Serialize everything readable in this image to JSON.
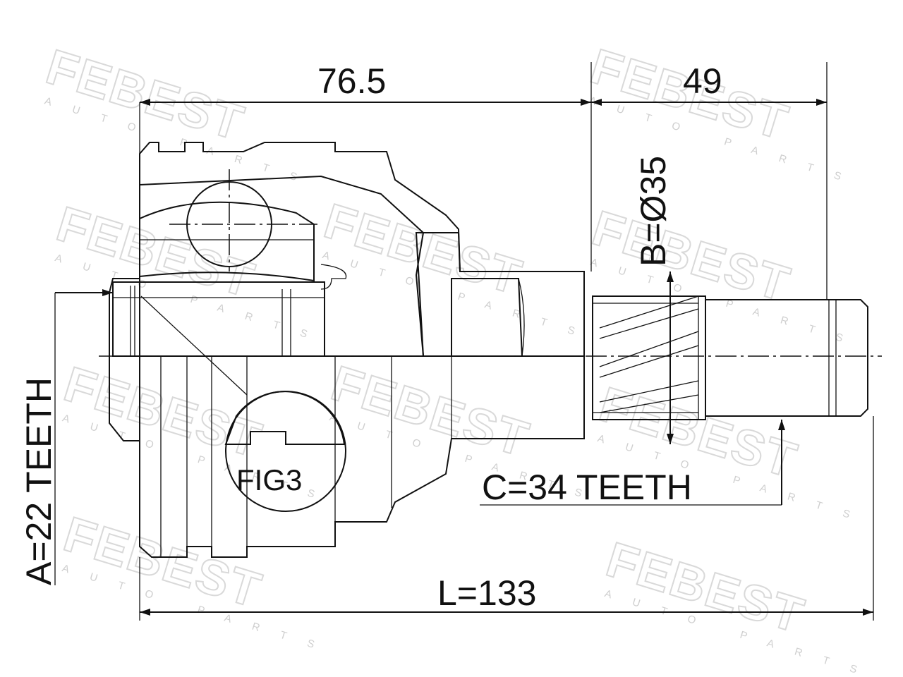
{
  "watermark": {
    "brand": "FEBEST",
    "sub": "AUTO PARTS"
  },
  "dimensions": {
    "outer_length": "76.5",
    "shaft_length": "49",
    "diameter": "B=Ø35",
    "outer_teeth": "A=22 TEETH",
    "shaft_teeth": "C=34 TEETH",
    "total_length": "L=133"
  },
  "detail_label": "FIG3",
  "colors": {
    "line": "#111111",
    "watermark": "#d9d9d9"
  }
}
